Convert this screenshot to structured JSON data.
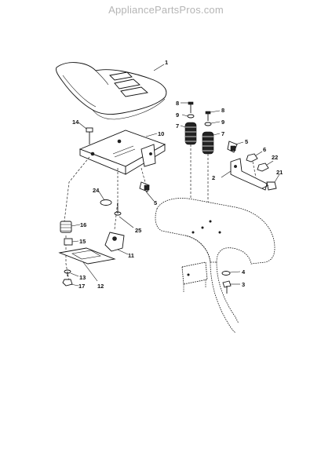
{
  "watermark": "AppliancePartsPros.com",
  "callouts": [
    {
      "id": "c1",
      "label": "1"
    },
    {
      "id": "c2",
      "label": "2"
    },
    {
      "id": "c3",
      "label": "3"
    },
    {
      "id": "c4",
      "label": "4"
    },
    {
      "id": "c5a",
      "label": "5"
    },
    {
      "id": "c5b",
      "label": "5"
    },
    {
      "id": "c6",
      "label": "6"
    },
    {
      "id": "c7a",
      "label": "7"
    },
    {
      "id": "c7b",
      "label": "7"
    },
    {
      "id": "c8a",
      "label": "8"
    },
    {
      "id": "c8b",
      "label": "8"
    },
    {
      "id": "c9a",
      "label": "9"
    },
    {
      "id": "c9b",
      "label": "9"
    },
    {
      "id": "c10",
      "label": "10"
    },
    {
      "id": "c11",
      "label": "11"
    },
    {
      "id": "c12",
      "label": "12"
    },
    {
      "id": "c13",
      "label": "13"
    },
    {
      "id": "c14",
      "label": "14"
    },
    {
      "id": "c15",
      "label": "15"
    },
    {
      "id": "c16",
      "label": "16"
    },
    {
      "id": "c17",
      "label": "17"
    },
    {
      "id": "c21",
      "label": "21"
    },
    {
      "id": "c22",
      "label": "22"
    },
    {
      "id": "c24",
      "label": "24"
    },
    {
      "id": "c25",
      "label": "25"
    }
  ]
}
